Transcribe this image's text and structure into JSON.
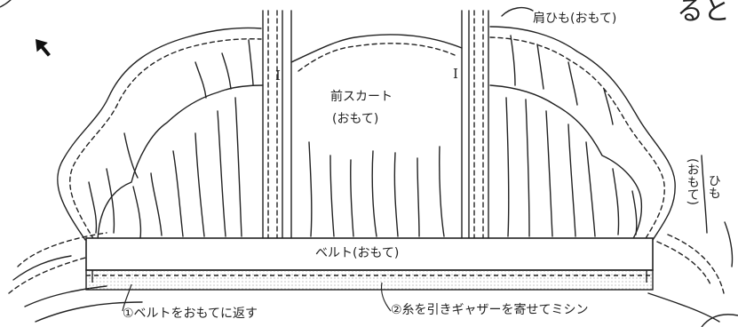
{
  "labels": {
    "shoulder_strap": "肩ひも(おもて)",
    "front_skirt_line1": "前スカート",
    "front_skirt_line2": "(おもて)",
    "strap_side": "(おもて)",
    "strap_side_top": "ひも",
    "belt": "ベルト(おもて)",
    "step1": "①ベルトをおもてに返す",
    "step2": "②糸を引きギャザーを寄せてミシン",
    "heading_fragment": "ると",
    "mark_left": "I",
    "mark_right": "I"
  },
  "icons": {
    "pointer": "arrow-pointer-icon"
  },
  "colors": {
    "line": "#222222",
    "dots": "#9a9a9a"
  }
}
